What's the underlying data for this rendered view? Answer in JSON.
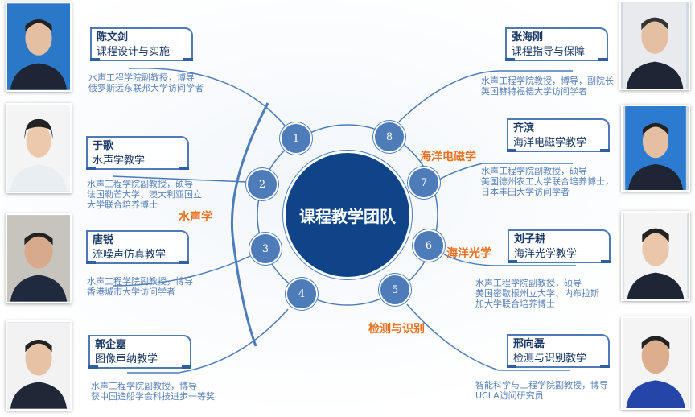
{
  "center_title": "课程教学团队",
  "nodes": [
    "1",
    "2",
    "3",
    "4",
    "5",
    "6",
    "7",
    "8"
  ],
  "areas": {
    "acoustics": "水声学",
    "electromagnetics": "海洋电磁学",
    "optics": "海洋光学",
    "detection": "检测与识别"
  },
  "members": [
    {
      "name": "陈文剑",
      "course": "课程设计与实施",
      "desc": [
        "水声工程学院副教授，博导",
        "俄罗斯远东联邦大学访问学者"
      ]
    },
    {
      "name": "于歌",
      "course": "水声学教学",
      "desc": [
        "水声工程学院副教授，硕导",
        "法国勒芒大学、澳大利亚国立",
        "大学联合培养博士"
      ]
    },
    {
      "name": "唐锐",
      "course": "流噪声仿真教学",
      "desc": [
        "水声工程学院副教授，博导",
        "香港城市大学访问学者"
      ]
    },
    {
      "name": "郭企嘉",
      "course": "图像声纳教学",
      "desc": [
        "水声工程学院副教授，博导",
        "获中国造船学会科技进步一等奖"
      ]
    },
    {
      "name": "张海刚",
      "course": "课程指导与保障",
      "desc": [
        "水声工程学院教授，博导，副院长",
        "英国赫特福德大学访问学者"
      ]
    },
    {
      "name": "齐滨",
      "course": "海洋电磁学教学",
      "desc": [
        "水声工程学院副教授，硕导",
        "美国德州农工大学联合培养博士，",
        "日本丰田大学访问学者"
      ]
    },
    {
      "name": "刘子耕",
      "course": "海洋光学教学",
      "desc": [
        "水声工程学院副教授，硕导",
        "美国密歇根州立大学、内布拉斯",
        "加大学联合培养博士"
      ]
    },
    {
      "name": "邢向磊",
      "course": "检测与识别教学",
      "desc": [
        "智能科学与工程学院副教授，博导",
        "UCLA访问研究员"
      ]
    }
  ],
  "colors": {
    "navy": "#0f4588",
    "node": "#4d7cb8",
    "accent": "#e8711f"
  }
}
